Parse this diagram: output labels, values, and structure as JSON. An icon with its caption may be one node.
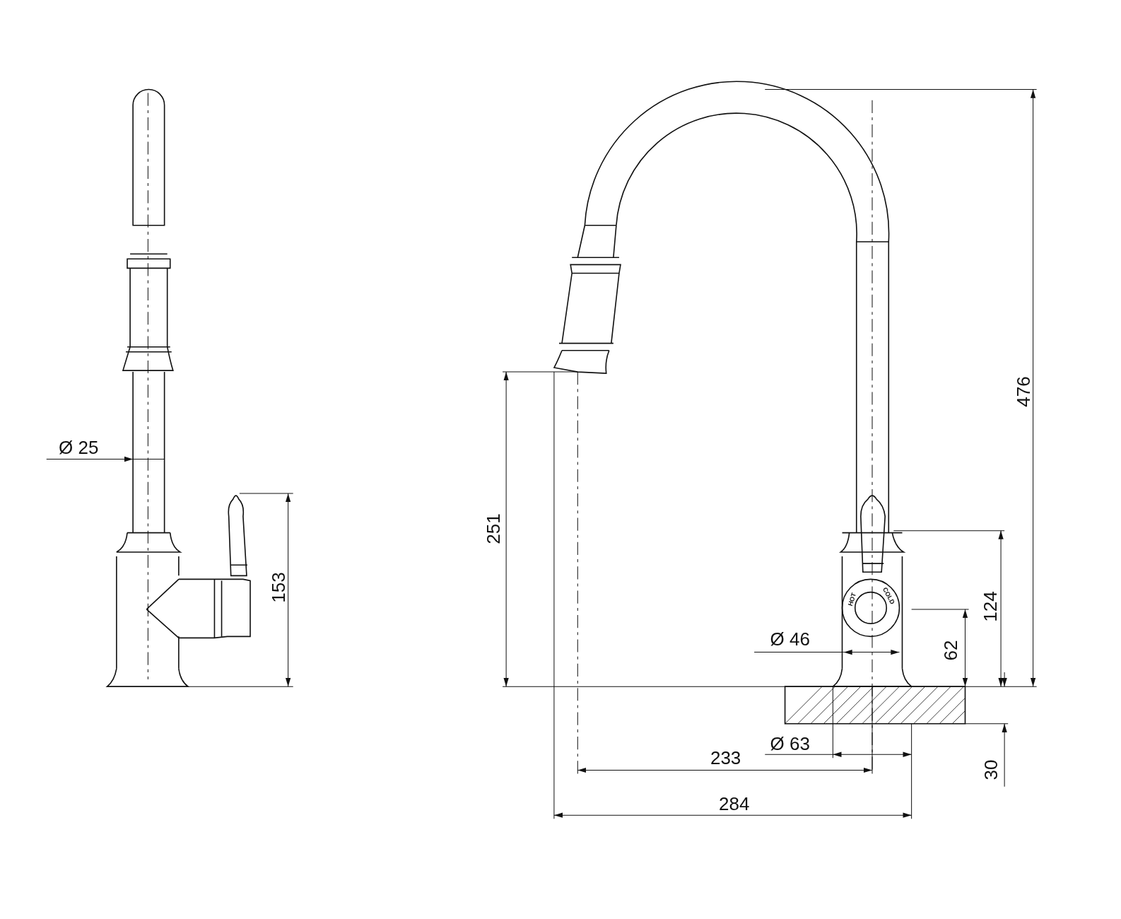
{
  "diagram": {
    "labels": [
      "476",
      "Ø 25",
      "251",
      "153",
      "HOT",
      "COLD",
      "124",
      "Ø 46",
      "62",
      "Ø 63",
      "233",
      "30",
      "284"
    ]
  }
}
